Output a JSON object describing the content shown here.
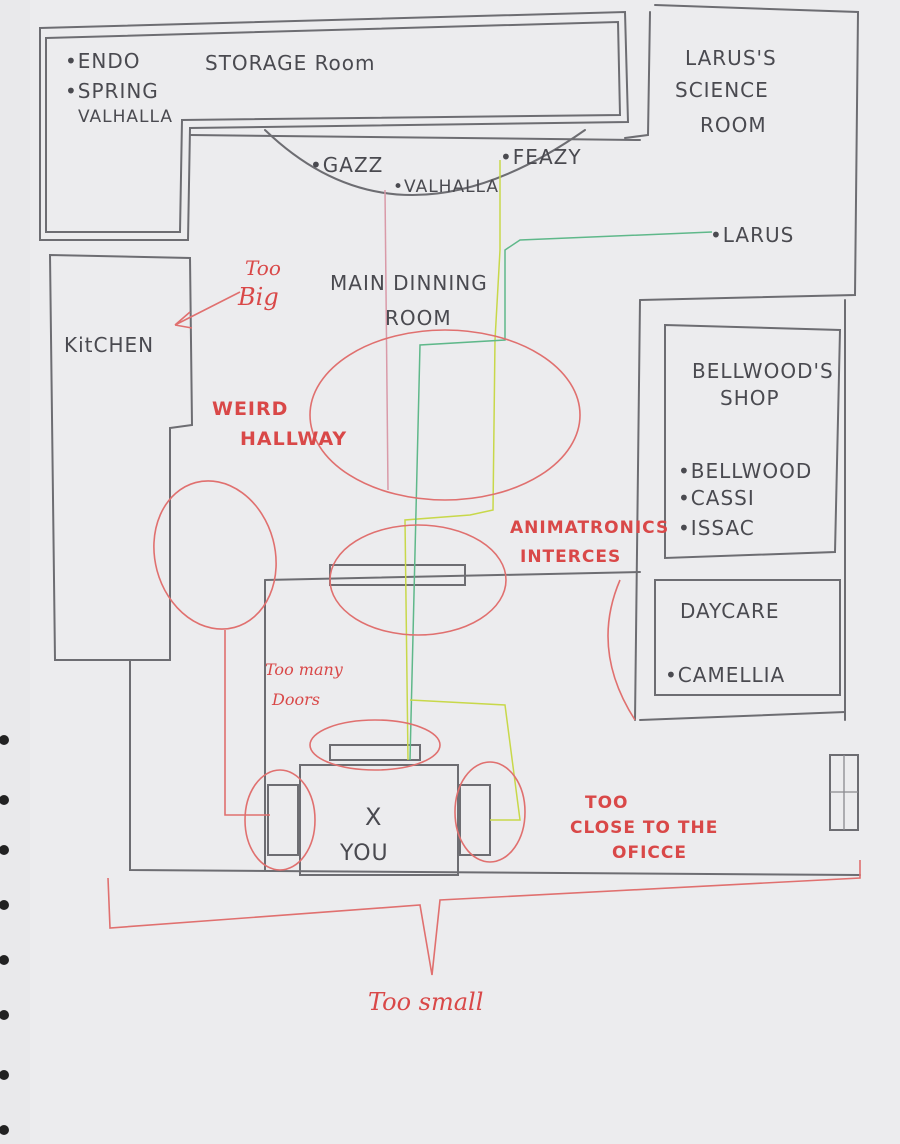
{
  "rooms": {
    "storage": {
      "label": "STORAGE Room",
      "items": [
        "•ENDO",
        "•SPRING",
        "VALHALLA"
      ]
    },
    "science": {
      "lines": [
        "LARUS'S",
        "SCIENCE",
        "ROOM"
      ],
      "character": "•LARUS"
    },
    "stage": {
      "items": [
        "•GAZZ",
        "•VALHALLA",
        "•FEAZY"
      ]
    },
    "dining": {
      "lines": [
        "MAIN DINNING",
        "ROOM"
      ]
    },
    "kitchen": {
      "label": "KitCHEN"
    },
    "shop": {
      "lines": [
        "BELLWOOD'S",
        "SHOP"
      ],
      "items": [
        "•BELLWOOD",
        "•CASSI",
        "•ISSAC"
      ]
    },
    "daycare": {
      "label": "DAYCARE",
      "items": [
        "•CAMELLIA"
      ]
    },
    "office": {
      "mark": "X",
      "label": "YOU"
    }
  },
  "annotations": {
    "too_big": [
      "Too",
      "Big"
    ],
    "weird_hallway": [
      "WEIRD",
      "HALLWAY"
    ],
    "animatronics": [
      "ANIMATRONICS",
      "INTERCES"
    ],
    "too_many_doors": [
      "Too many",
      "Doors"
    ],
    "too_close": [
      "TOO",
      "CLOSE TO THE",
      "OFICCE"
    ],
    "too_small": "Too small"
  },
  "colors": {
    "pencil": "#6d6d72",
    "red": "#e0706f",
    "green": "#5fb88a",
    "yellow": "#c8d84a",
    "pink": "#d99aa8",
    "paper": "#e9e9eb"
  }
}
